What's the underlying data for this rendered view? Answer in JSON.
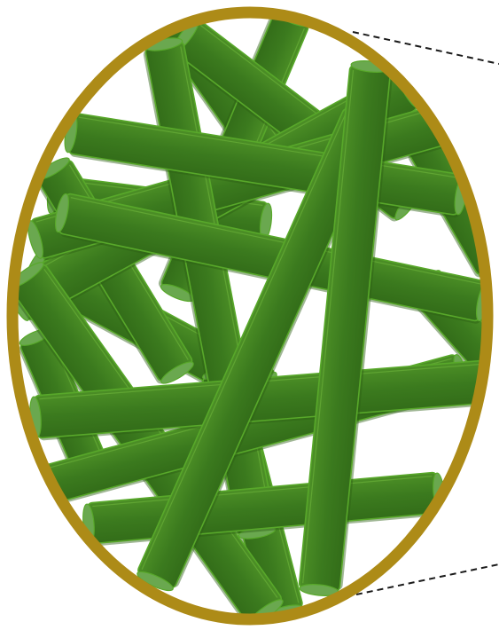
{
  "colors": {
    "background": "#ffffff",
    "ring": "#ad8b17",
    "fiber_fill": "#3b7a1e",
    "fiber_edge": "#58a82a",
    "fiber_cap": "#6aa84f",
    "fiber_shadow": "#2c5f14",
    "leader_line": "#1a1a1a"
  },
  "icons": [
    "zoom-leader-lines",
    "fiber-network"
  ],
  "fiber_count": 18
}
